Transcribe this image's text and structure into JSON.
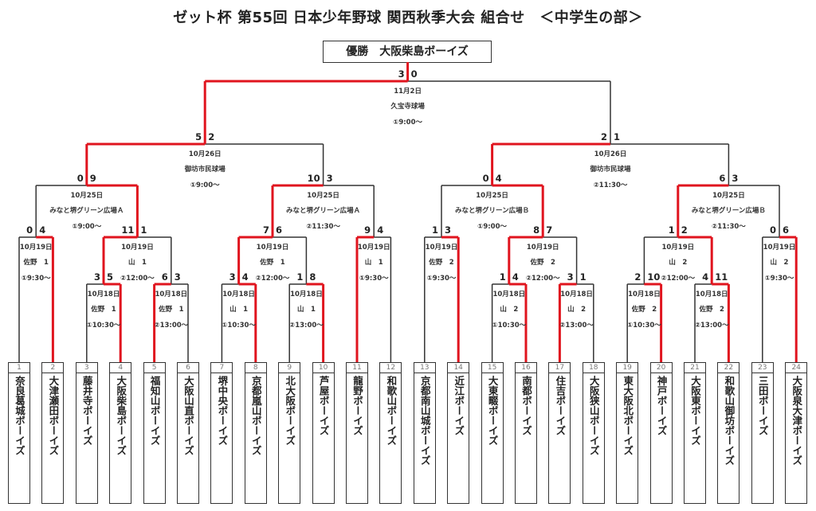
{
  "title": "ゼット杯 第55回 日本少年野球 関西秋季大会 組合せ　＜中学生の部＞",
  "champion": "優勝　大阪柴島ボーイズ",
  "colors": {
    "winner_line": "#e0141e",
    "line": "#333333"
  },
  "teams": [
    {
      "no": "1",
      "name": "奈良葛城ボーイズ"
    },
    {
      "no": "2",
      "name": "大津瀬田ボーイズ"
    },
    {
      "no": "3",
      "name": "藤井寺ボーイズ"
    },
    {
      "no": "4",
      "name": "大阪柴島ボーイズ"
    },
    {
      "no": "5",
      "name": "福知山ボーイズ"
    },
    {
      "no": "6",
      "name": "大阪山直ボーイズ"
    },
    {
      "no": "7",
      "name": "堺中央ボーイズ"
    },
    {
      "no": "8",
      "name": "京都嵐山ボーイズ"
    },
    {
      "no": "9",
      "name": "北大阪ボーイズ"
    },
    {
      "no": "10",
      "name": "芦屋ボーイズ"
    },
    {
      "no": "11",
      "name": "龍野ボーイズ"
    },
    {
      "no": "12",
      "name": "和歌山ボーイズ"
    },
    {
      "no": "13",
      "name": "京都南山城ボーイズ"
    },
    {
      "no": "14",
      "name": "近江ボーイズ"
    },
    {
      "no": "15",
      "name": "大東畷ボーイズ"
    },
    {
      "no": "16",
      "name": "南都ボーイズ"
    },
    {
      "no": "17",
      "name": "住吉ボーイズ"
    },
    {
      "no": "18",
      "name": "大阪狭山ボーイズ"
    },
    {
      "no": "19",
      "name": "東大阪北ボーイズ"
    },
    {
      "no": "20",
      "name": "神戸ボーイズ"
    },
    {
      "no": "21",
      "name": "大阪東ボーイズ"
    },
    {
      "no": "22",
      "name": "和歌山御坊ボーイズ"
    },
    {
      "no": "23",
      "name": "三田ボーイズ"
    },
    {
      "no": "24",
      "name": "大阪泉大津ボーイズ"
    }
  ],
  "matches": [
    {
      "id": "m1",
      "round": "r1",
      "left": "t3",
      "right": "t4",
      "score_left": "3",
      "score_right": "5",
      "winner": "right",
      "date": "10月18日",
      "venue": "佐野　1",
      "time": "①10:30～"
    },
    {
      "id": "m2",
      "round": "r1",
      "left": "t5",
      "right": "t6",
      "score_left": "6",
      "score_right": "3",
      "winner": "left",
      "date": "10月18日",
      "venue": "佐野　1",
      "time": "②13:00～"
    },
    {
      "id": "m3",
      "round": "r2",
      "left": "t1",
      "right": "t2",
      "score_left": "0",
      "score_right": "4",
      "winner": "right",
      "date": "10月19日",
      "venue": "佐野　1",
      "time": "①9:30～"
    },
    {
      "id": "m4",
      "round": "r2",
      "left": "m1",
      "right": "m2",
      "score_left": "11",
      "score_right": "1",
      "winner": "left",
      "date": "10月19日",
      "venue": "山　1",
      "time": "②12:00～"
    },
    {
      "id": "m5",
      "round": "qf",
      "left": "m3",
      "right": "m4",
      "score_left": "0",
      "score_right": "9",
      "winner": "right",
      "date": "10月25日",
      "venue": "みなと堺グリーン広場Ａ",
      "time": "①9:00～"
    },
    {
      "id": "m6",
      "round": "r1",
      "left": "t7",
      "right": "t8",
      "score_left": "3",
      "score_right": "4",
      "winner": "right",
      "date": "10月18日",
      "venue": "山　1",
      "time": "①10:30～"
    },
    {
      "id": "m7",
      "round": "r1",
      "left": "t9",
      "right": "t10",
      "score_left": "1",
      "score_right": "8",
      "winner": "right",
      "date": "10月18日",
      "venue": "山　1",
      "time": "②13:00～"
    },
    {
      "id": "m8",
      "round": "r2",
      "left": "m6",
      "right": "m7",
      "score_left": "7",
      "score_right": "6",
      "winner": "left",
      "date": "10月19日",
      "venue": "佐野　1",
      "time": "②12:00～"
    },
    {
      "id": "m9",
      "round": "r2",
      "left": "t11",
      "right": "t12",
      "score_left": "9",
      "score_right": "4",
      "winner": "left",
      "date": "10月19日",
      "venue": "山　1",
      "time": "①9:30～"
    },
    {
      "id": "m10",
      "round": "qf",
      "left": "m8",
      "right": "m9",
      "score_left": "10",
      "score_right": "3",
      "winner": "left",
      "date": "10月25日",
      "venue": "みなと堺グリーン広場Ａ",
      "time": "②11:30～"
    },
    {
      "id": "m11",
      "round": "sf",
      "left": "m5",
      "right": "m10",
      "score_left": "5",
      "score_right": "2",
      "winner": "left",
      "date": "10月26日",
      "venue": "御坊市民球場",
      "time": "①9:00～"
    },
    {
      "id": "m12",
      "round": "r2",
      "left": "t13",
      "right": "t14",
      "score_left": "1",
      "score_right": "3",
      "winner": "right",
      "date": "10月19日",
      "venue": "佐野　2",
      "time": "①9:30～"
    },
    {
      "id": "m13",
      "round": "r1",
      "left": "t15",
      "right": "t16",
      "score_left": "1",
      "score_right": "4",
      "winner": "right",
      "date": "10月18日",
      "venue": "山　2",
      "time": "①10:30～"
    },
    {
      "id": "m14",
      "round": "r1",
      "left": "t17",
      "right": "t18",
      "score_left": "3",
      "score_right": "1",
      "winner": "left",
      "date": "10月18日",
      "venue": "山　2",
      "time": "②13:00～"
    },
    {
      "id": "m15",
      "round": "r2",
      "left": "m13",
      "right": "m14",
      "score_left": "8",
      "score_right": "7",
      "winner": "left",
      "date": "10月19日",
      "venue": "佐野　2",
      "time": "②12:00～"
    },
    {
      "id": "m16",
      "round": "qf",
      "left": "m12",
      "right": "m15",
      "score_left": "0",
      "score_right": "4",
      "winner": "right",
      "date": "10月25日",
      "venue": "みなと堺グリーン広場Ｂ",
      "time": "①9:00～"
    },
    {
      "id": "m17",
      "round": "r1",
      "left": "t19",
      "right": "t20",
      "score_left": "2",
      "score_right": "10",
      "winner": "right",
      "date": "10月18日",
      "venue": "佐野　2",
      "time": "①10:30～"
    },
    {
      "id": "m18",
      "round": "r1",
      "left": "t21",
      "right": "t22",
      "score_left": "4",
      "score_right": "11",
      "winner": "right",
      "date": "10月18日",
      "venue": "佐野　2",
      "time": "②13:00～"
    },
    {
      "id": "m19",
      "round": "r2",
      "left": "m17",
      "right": "m18",
      "score_left": "1",
      "score_right": "2",
      "winner": "right",
      "date": "10月19日",
      "venue": "山　2",
      "time": "②12:00～"
    },
    {
      "id": "m20",
      "round": "r2",
      "left": "t23",
      "right": "t24",
      "score_left": "0",
      "score_right": "6",
      "winner": "right",
      "date": "10月19日",
      "venue": "山　2",
      "time": "①9:30～"
    },
    {
      "id": "m21",
      "round": "qf",
      "left": "m19",
      "right": "m20",
      "score_left": "6",
      "score_right": "3",
      "winner": "left",
      "date": "10月25日",
      "venue": "みなと堺グリーン広場Ｂ",
      "time": "②11:30～"
    },
    {
      "id": "m22",
      "round": "sf",
      "left": "m16",
      "right": "m21",
      "score_left": "2",
      "score_right": "1",
      "winner": "left",
      "date": "10月26日",
      "venue": "御坊市民球場",
      "time": "②11:30～"
    },
    {
      "id": "m23",
      "round": "final",
      "left": "m11",
      "right": "m22",
      "score_left": "3",
      "score_right": "0",
      "winner": "left",
      "date": "11月2日",
      "venue": "久宝寺球場",
      "time": "①9:00～"
    }
  ]
}
